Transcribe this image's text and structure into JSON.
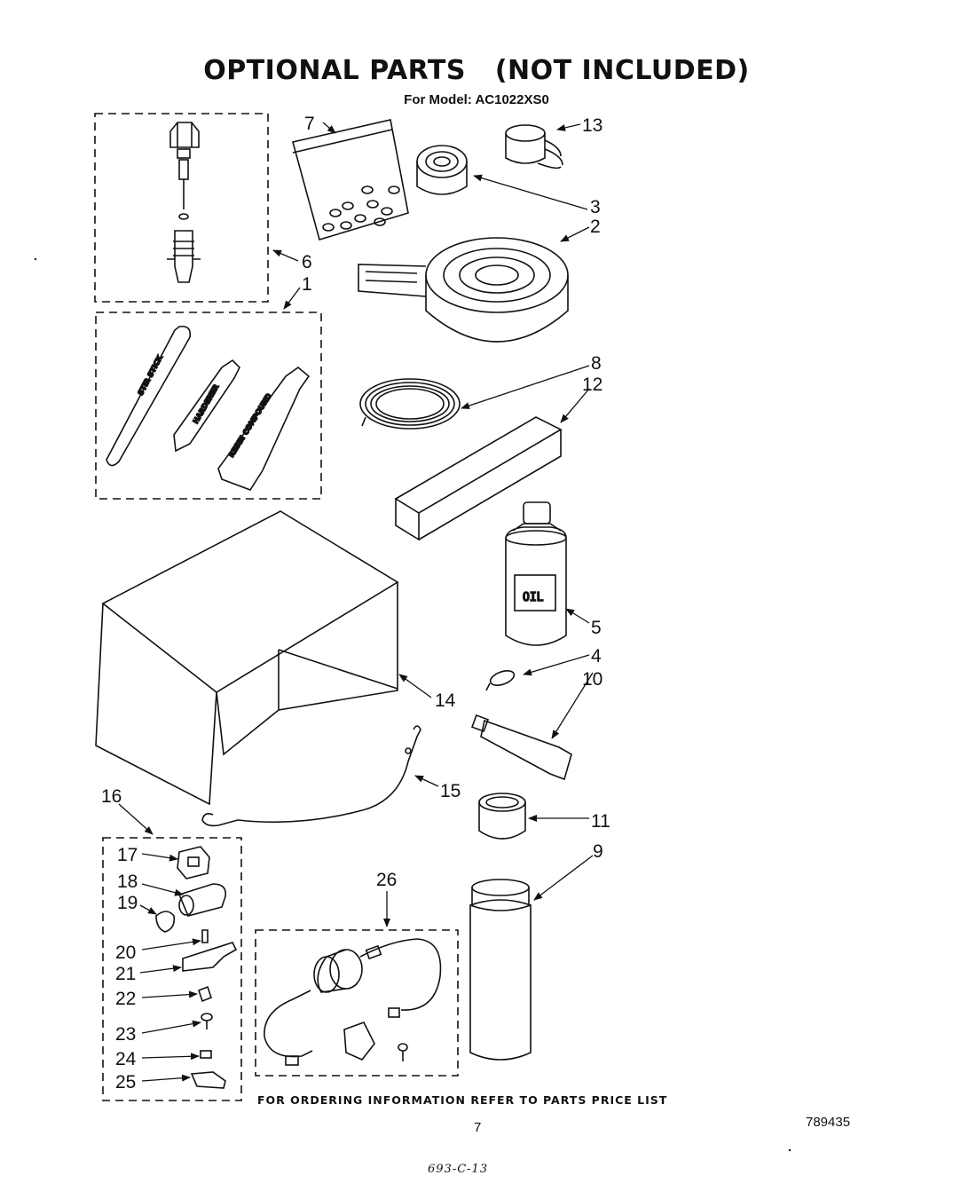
{
  "title": "OPTIONAL PARTS   (NOT INCLUDED)",
  "subtitle": "For Model: AC1022XS0",
  "part_labels": {
    "stir_stick": "STIR STICK",
    "hardener": "HARDENER",
    "resin_compound": "RESIN COMPOUND",
    "oil": "OIL"
  },
  "callouts": {
    "c1": "1",
    "c2": "2",
    "c3": "3",
    "c4": "4",
    "c5": "5",
    "c6": "6",
    "c7": "7",
    "c8": "8",
    "c9": "9",
    "c10": "10",
    "c11": "11",
    "c12": "12",
    "c13": "13",
    "c14": "14",
    "c15": "15",
    "c16": "16",
    "c17": "17",
    "c18": "18",
    "c19": "19",
    "c20": "20",
    "c21": "21",
    "c22": "22",
    "c23": "23",
    "c24": "24",
    "c25": "25",
    "c26": "26"
  },
  "footer": "FOR ORDERING INFORMATION REFER TO PARTS PRICE LIST",
  "page_number": "7",
  "doc_number": "789435",
  "handwritten_code": "693-C-13"
}
